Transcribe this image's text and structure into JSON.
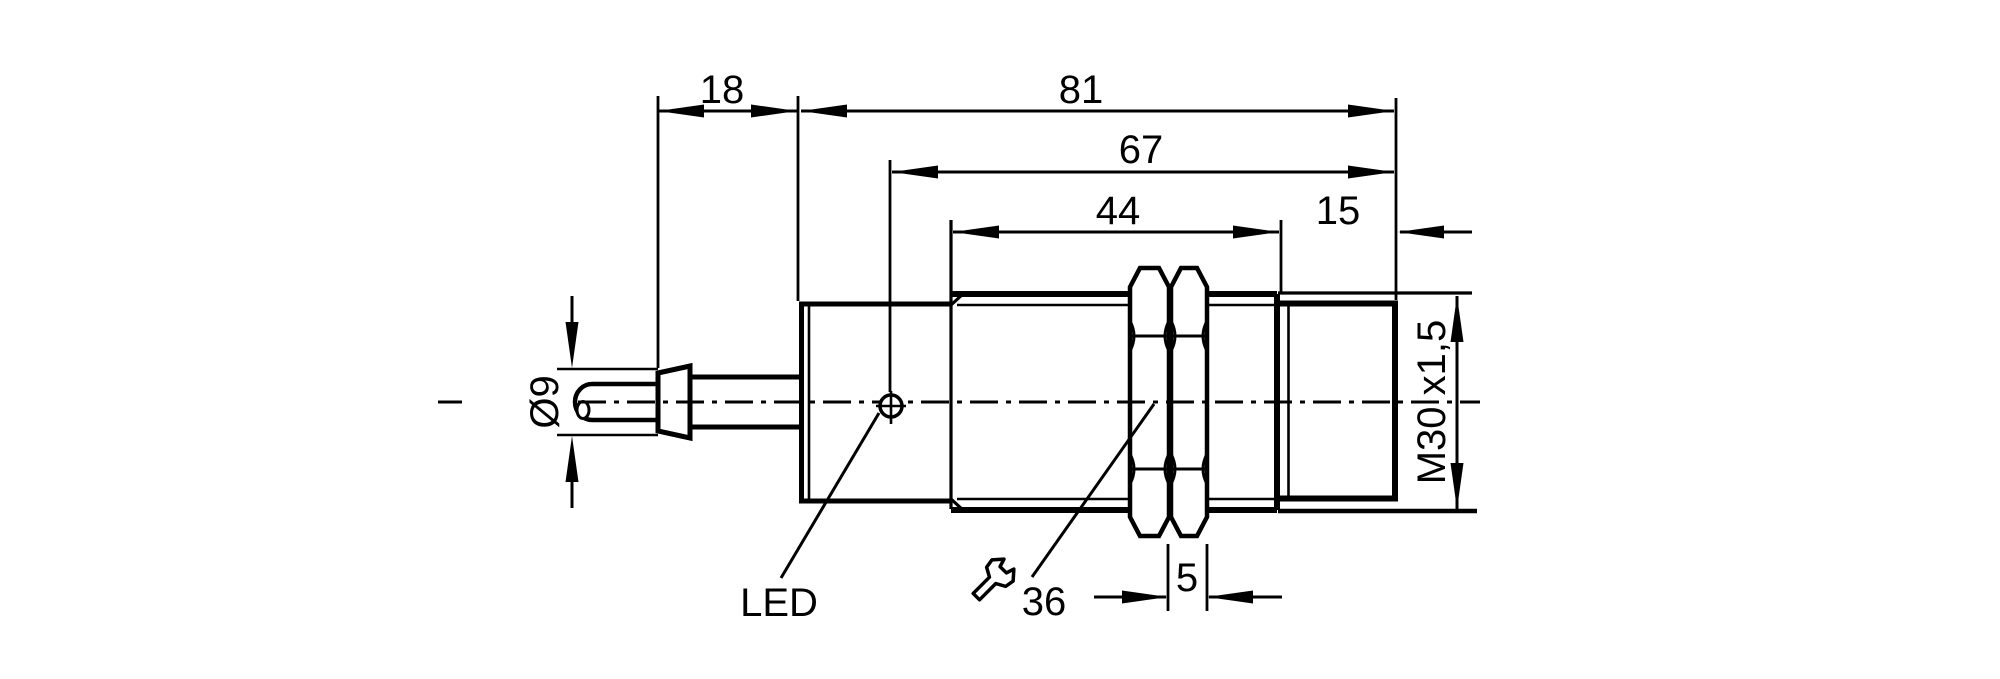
{
  "colors": {
    "line": "#000000",
    "background": "#ffffff"
  },
  "drawing": {
    "labels": {
      "led": "LED"
    },
    "dimensions": {
      "cable_diameter": "Ø9",
      "gland_length": "18",
      "overall_length": "81",
      "led_to_face_length": "67",
      "mid_section_length": "44",
      "rear_section_length": "15",
      "thread_spec": "M30 x1,5",
      "nut_width": "5",
      "wrench_size": "36"
    }
  }
}
